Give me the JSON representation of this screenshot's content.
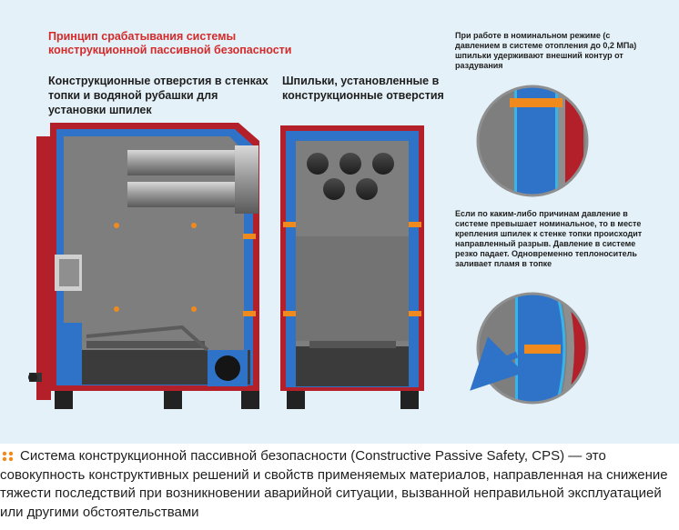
{
  "diagram": {
    "title": "Принцип срабатывания системы конструкционной пассивной безопасности",
    "label_left": "Конструкционные отверстия в стенках топки и водяной рубашки для установки шпилек",
    "label_middle": "Шпильки, установленные в конструкционные отверстия",
    "note_normal": "При работе в номинальном режиме (с давлением в системе отопления до 0,2 МПа) шпильки удерживают внешний контур от раздувания",
    "note_failure": "Если по каким-либо причинам давление в системе превышает номинальное, то в месте крепления шпилек к стенке топки происходит направленный разрыв. Давление в системе резко падает. Одновременно теплоноситель заливает пламя в топке",
    "colors": {
      "accent": "#d42a2a",
      "water_jacket": "#2f73c8",
      "steel": "#7e7e7e",
      "stud": "#f08a1c",
      "background": "#e4f1f8"
    }
  },
  "caption": {
    "bullet_icon": "four-dot-icon",
    "text": "Система конструкционной пассивной безопасности (Constructive Passive Safety, CPS) — это совокупность конструктивных решений и свойств применяемых материалов, направленная на снижение тяжести последствий при возникновении аварийной ситуации, вызванной неправильной эксплуатацией или другими обстоятельствами"
  }
}
